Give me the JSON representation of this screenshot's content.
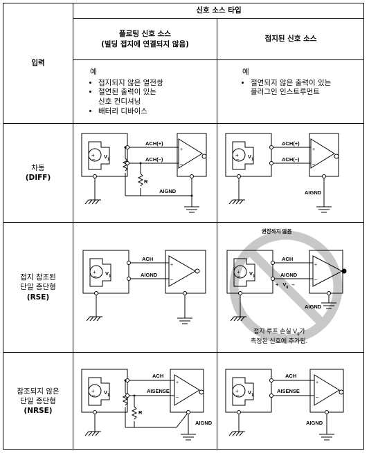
{
  "header": {
    "signal_source_type": "신호 소스 타입",
    "floating_title_line1": "플로팅 신호 소스",
    "floating_title_line2": "(빌딩 접지에 연결되지 않음)",
    "grounded_title": "접지된 신호 소스"
  },
  "rows": {
    "input": "입력",
    "diff_line1": "차동",
    "diff_line2": "(DIFF)",
    "rse_line1": "접지 참조된",
    "rse_line2": "단일 종단형",
    "rse_line3": "(RSE)",
    "nrse_line1": "참조되지 않은",
    "nrse_line2": "단일 종단형",
    "nrse_line3": "(NRSE)"
  },
  "examples": {
    "floating": {
      "prefix": "예",
      "items": [
        "접지되지 않은 열전쌍",
        "절연된 출력이 있는",
        "신호 컨디셔닝",
        "배터리 디바이스"
      ]
    },
    "grounded": {
      "prefix": "예",
      "items": [
        "절연되지 않은 출력이 있는",
        "플러그인 인스트루먼트"
      ]
    }
  },
  "circuit_labels": {
    "source": "V",
    "source_sub": "1",
    "ach_plus": "ACH(+)",
    "ach_minus": "ACH(–)",
    "ach": "ACH",
    "aignd": "AIGND",
    "aisense": "AISENSE",
    "resistor": "R",
    "vg_plus": "+",
    "vg": "V",
    "vg_sub": "g",
    "vg_minus": "–"
  },
  "warning": {
    "title": "권장하지 않음",
    "note_line1_a": "접지 루프 손실 V",
    "note_line1_sub": "g",
    "note_line1_b": "가",
    "note_line2": "측정된 신호에 추가됨."
  }
}
